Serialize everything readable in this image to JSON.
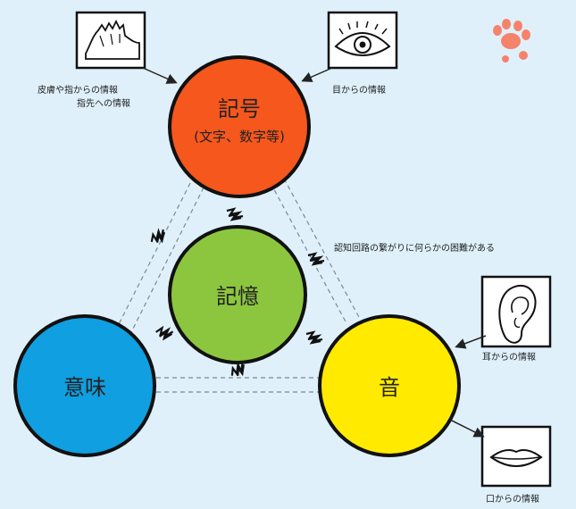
{
  "nodes": {
    "symbol": {
      "label": "記号",
      "sub": "(文字、数字等)"
    },
    "memory": {
      "label": "記憶"
    },
    "meaning": {
      "label": "意味"
    },
    "sound": {
      "label": "音"
    }
  },
  "captions": {
    "hand_line1": "皮膚や指からの情報",
    "hand_line2": "指先への情報",
    "eye": "目からの情報",
    "link_note": "認知回路の繋がりに何らかの困難がある",
    "ear": "耳からの情報",
    "mouth": "口からの情報"
  },
  "colors": {
    "background": "#dff0fb",
    "symbol": "#f5571d",
    "memory": "#8cc63f",
    "meaning": "#109fe0",
    "sound": "#ffea00",
    "paw": "#f5836b"
  },
  "icons": [
    "hand-icon",
    "eye-icon",
    "ear-icon",
    "mouth-icon",
    "paw-icon",
    "lightning-icon"
  ]
}
